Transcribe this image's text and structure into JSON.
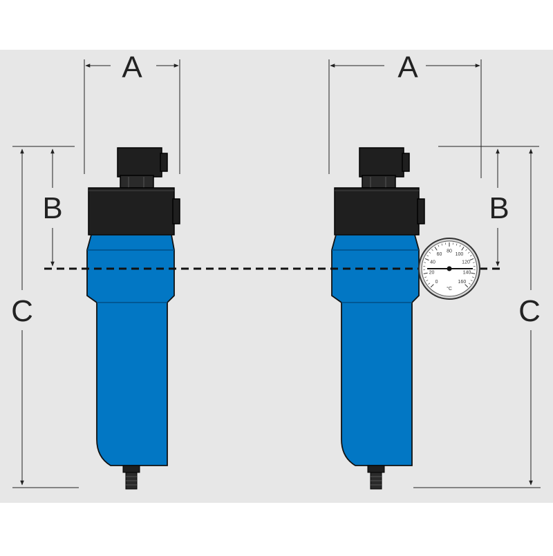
{
  "dimensions": {
    "left_width_label": "A",
    "left_height_label": "B",
    "left_total_label": "C",
    "right_width_label": "A",
    "right_height_label": "B",
    "right_total_label": "C"
  },
  "gauge": {
    "ticks": [
      "0",
      "20",
      "40",
      "60",
      "80",
      "100",
      "120",
      "140",
      "160"
    ],
    "unit": "°C"
  },
  "colors": {
    "background": "#e7e7e7",
    "housing_blue": "#0277c4",
    "head_black": "#1f1f1f",
    "line": "#222222"
  }
}
